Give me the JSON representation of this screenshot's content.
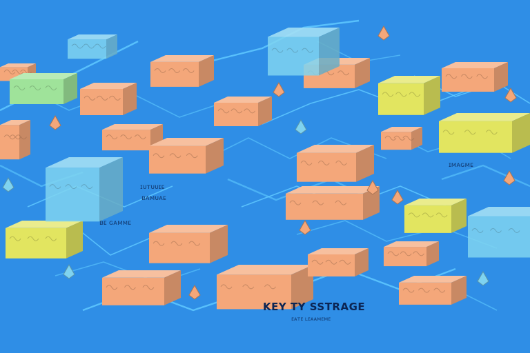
{
  "palette": {
    "background": "#2f8ee6",
    "line": "#5fc9ff",
    "orange": "#f4a77a",
    "yellow": "#e2e560",
    "cyan": "#7fd3f0",
    "green": "#9fe39a"
  },
  "title": "KEY TY SSTRAGE",
  "subtitle": "ᴇᴀᴛᴇ ʟᴇᴀᴀᴍᴇᴍᴇ",
  "labels": {
    "label_a": "ɪᴜᴛᴜᴜɪᴇ",
    "label_b": "ʙᴀᴍᴜᴀᴇ",
    "label_c": "ʙᴇ ɢᴀᴍᴍᴇ",
    "label_d": "ɪᴍᴀɢᴍᴇ"
  }
}
